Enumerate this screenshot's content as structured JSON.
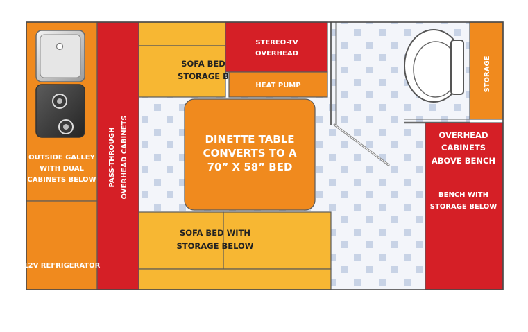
{
  "colors": {
    "orange": "#F08A1E",
    "yellow": "#F7B733",
    "red": "#D51F26",
    "lightOrange": "#F39C3B",
    "outline": "#5A5A5A",
    "tile": "#C8D3E6",
    "floor": "#F3F5FA"
  },
  "labels": {
    "stereo_tv": [
      "STEREO-TV",
      "OVERHEAD"
    ],
    "sofa_bed_top": [
      "SOFA BED",
      "STORAGE B"
    ],
    "heat_pump": "HEAT PUMP",
    "storage": "STORAGE",
    "overhead_cabinets_bench": [
      "OVERHEAD",
      "CABINETS",
      "ABOVE BENCH"
    ],
    "bench_storage": [
      "BENCH WITH",
      "STORAGE BELOW"
    ],
    "dinette": [
      "DINETTE TABLE",
      "CONVERTS TO A",
      "70” X 58” BED"
    ],
    "outside_galley": [
      "OUTSIDE GALLEY",
      "WITH DUAL",
      "CABINETS BELOW"
    ],
    "pass_through": [
      "PASS-THROUGH",
      "OVERHEAD CABINETS"
    ],
    "sofa_bed_bottom": [
      "SOFA BED WITH",
      "STORAGE BELOW"
    ],
    "refrigerator": "12V REFRIGERATOR"
  },
  "icons": [
    "sink-icon",
    "stove-burner-icon",
    "toilet-icon",
    "shower-door-icon"
  ]
}
